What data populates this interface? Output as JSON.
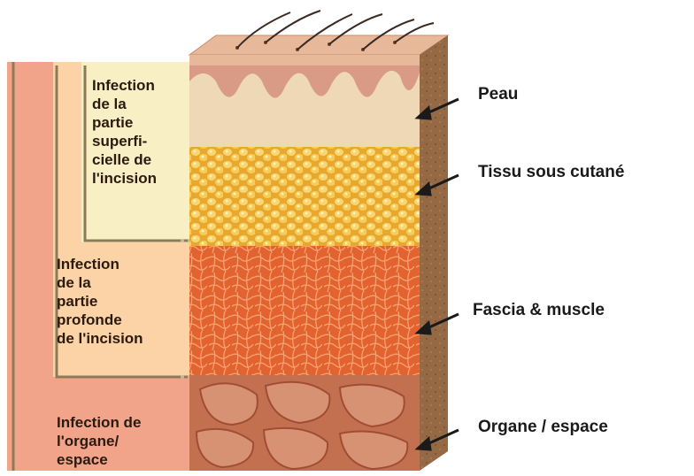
{
  "zones": {
    "superficial": "Infection\n de la\npartie\nsuperfi-\ncielle de\nl'incision",
    "deep": "Infection\n de la\npartie\nprofonde\nde l'incision",
    "organ": "Infection de\nl'organe/\nespace"
  },
  "layers": [
    {
      "name": "Peau"
    },
    {
      "name": "Tissu sous cutané"
    },
    {
      "name": "Fascia & muscle"
    },
    {
      "name": "Organe / espace"
    }
  ],
  "colors": {
    "organ_zone": "#f2a48a",
    "deep_zone": "#fbd3a6",
    "superficial_zone": "#f8f0c4",
    "skin": "#e8c9a4",
    "fat": "#f1c04c",
    "muscle": "#e56a3c",
    "organ": "#d98462"
  }
}
